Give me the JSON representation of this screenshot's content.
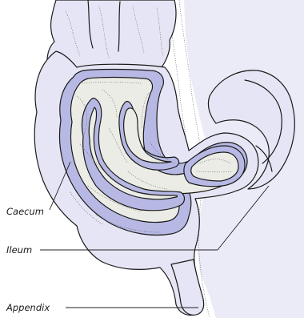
{
  "labels": {
    "caecum": "Caecum",
    "ileum": "Ileum",
    "appendix": "Appendix"
  },
  "colors": {
    "wall": "#b7b9e4",
    "body": "#e6e5f5",
    "lumen": "#ecece6",
    "outline": "#1a1a1a"
  }
}
